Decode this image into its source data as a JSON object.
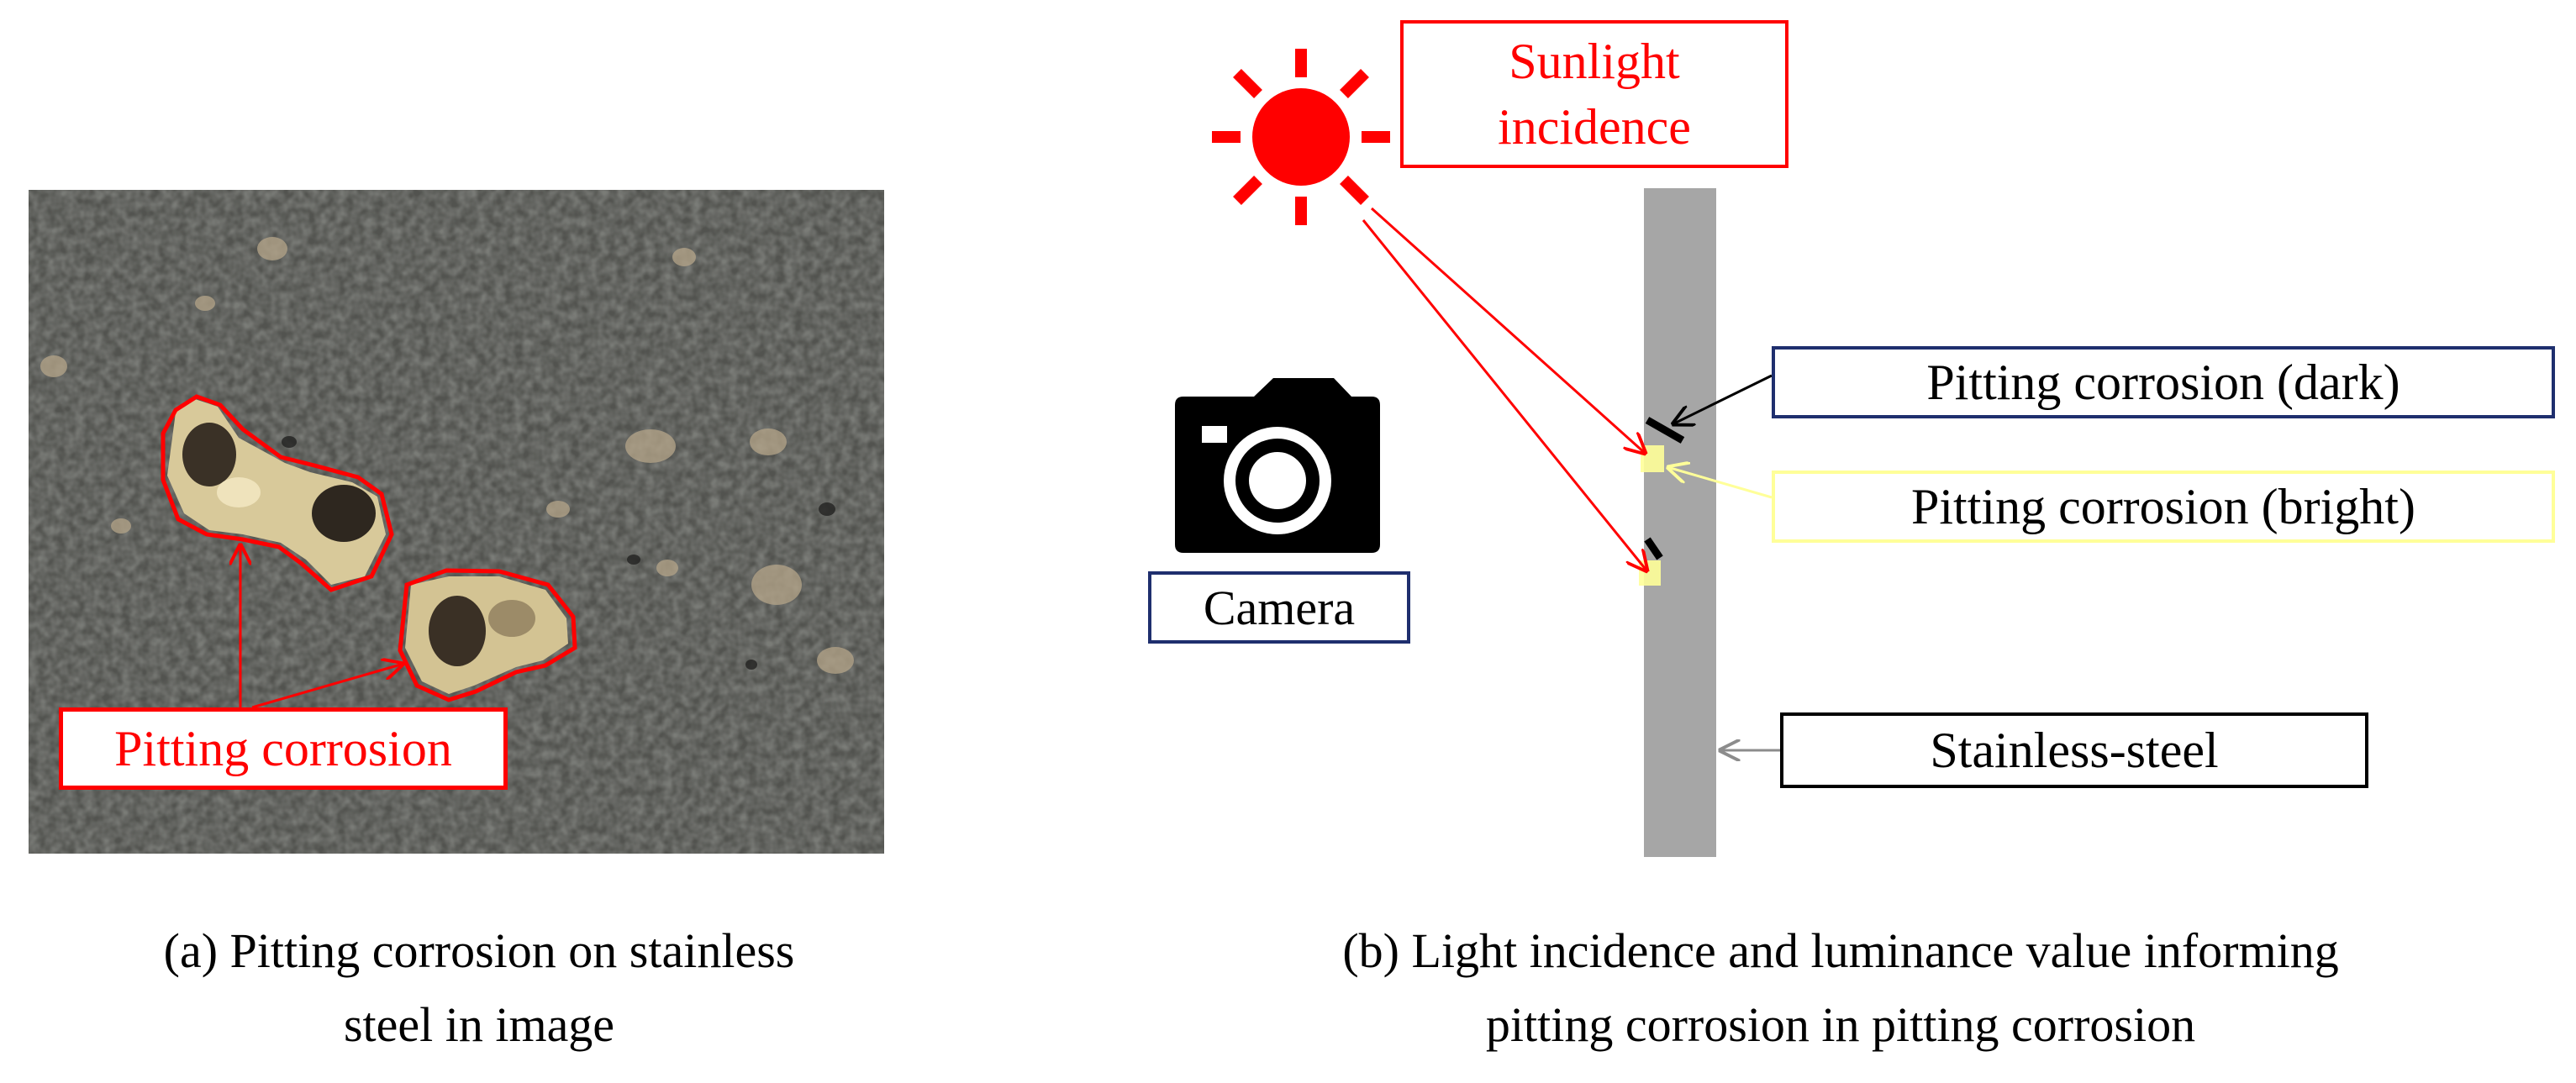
{
  "panel_a": {
    "callout_label": "Pitting corrosion",
    "caption_line1": "(a)  Pitting corrosion on stainless",
    "caption_line2": "steel in image"
  },
  "panel_b": {
    "sun_label_line1": "Sunlight",
    "sun_label_line2": "incidence",
    "camera_label": "Camera",
    "dark_label": "Pitting corrosion (dark)",
    "bright_label": "Pitting corrosion (bright)",
    "steel_label": "Stainless-steel",
    "caption_line1": "(b)  Light incidence and luminance value informing",
    "caption_line2": "pitting corrosion in pitting corrosion"
  },
  "colors": {
    "red": "#ff0000",
    "navy": "#1f2f6e",
    "light_yellow": "#ffff99",
    "steel_gray": "#a6a6a6"
  },
  "icons": [
    "sun-icon",
    "camera-icon"
  ]
}
